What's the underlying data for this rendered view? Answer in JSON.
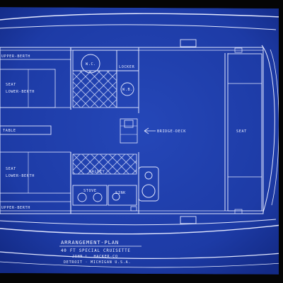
{
  "labels": {
    "upper_berth_top": "UPPER-BERTH",
    "seat_top": "SEAT",
    "lower_berth_top": "LOWER-BERTH",
    "table": "TABLE",
    "seat_bottom": "SEAT",
    "lower_berth_bottom": "LOWER-BERTH",
    "upper_berth_bottom": "UPPER-BERTH",
    "wc": "W.C.",
    "locker": "LOCKER",
    "wash_basin": "W.B.",
    "bridge_deck": "BRIDGE-DECK",
    "seat_right": "SEAT",
    "galley": "GALLEY",
    "stove": "STOVE",
    "sink": "SINK"
  },
  "title_block": {
    "line1": "ARRANGEMENT-PLAN",
    "line2": "40 FT SPECIAL CRUISETTE",
    "line3": "JOHN L. HACKER-CO",
    "line4": "DETROIT · MICHIGAN U.S.A."
  },
  "colors": {
    "blueprint": "#1f3fae",
    "blueprint_dark": "#142c8a",
    "line": "#e3e8ff",
    "background": "#050505"
  }
}
